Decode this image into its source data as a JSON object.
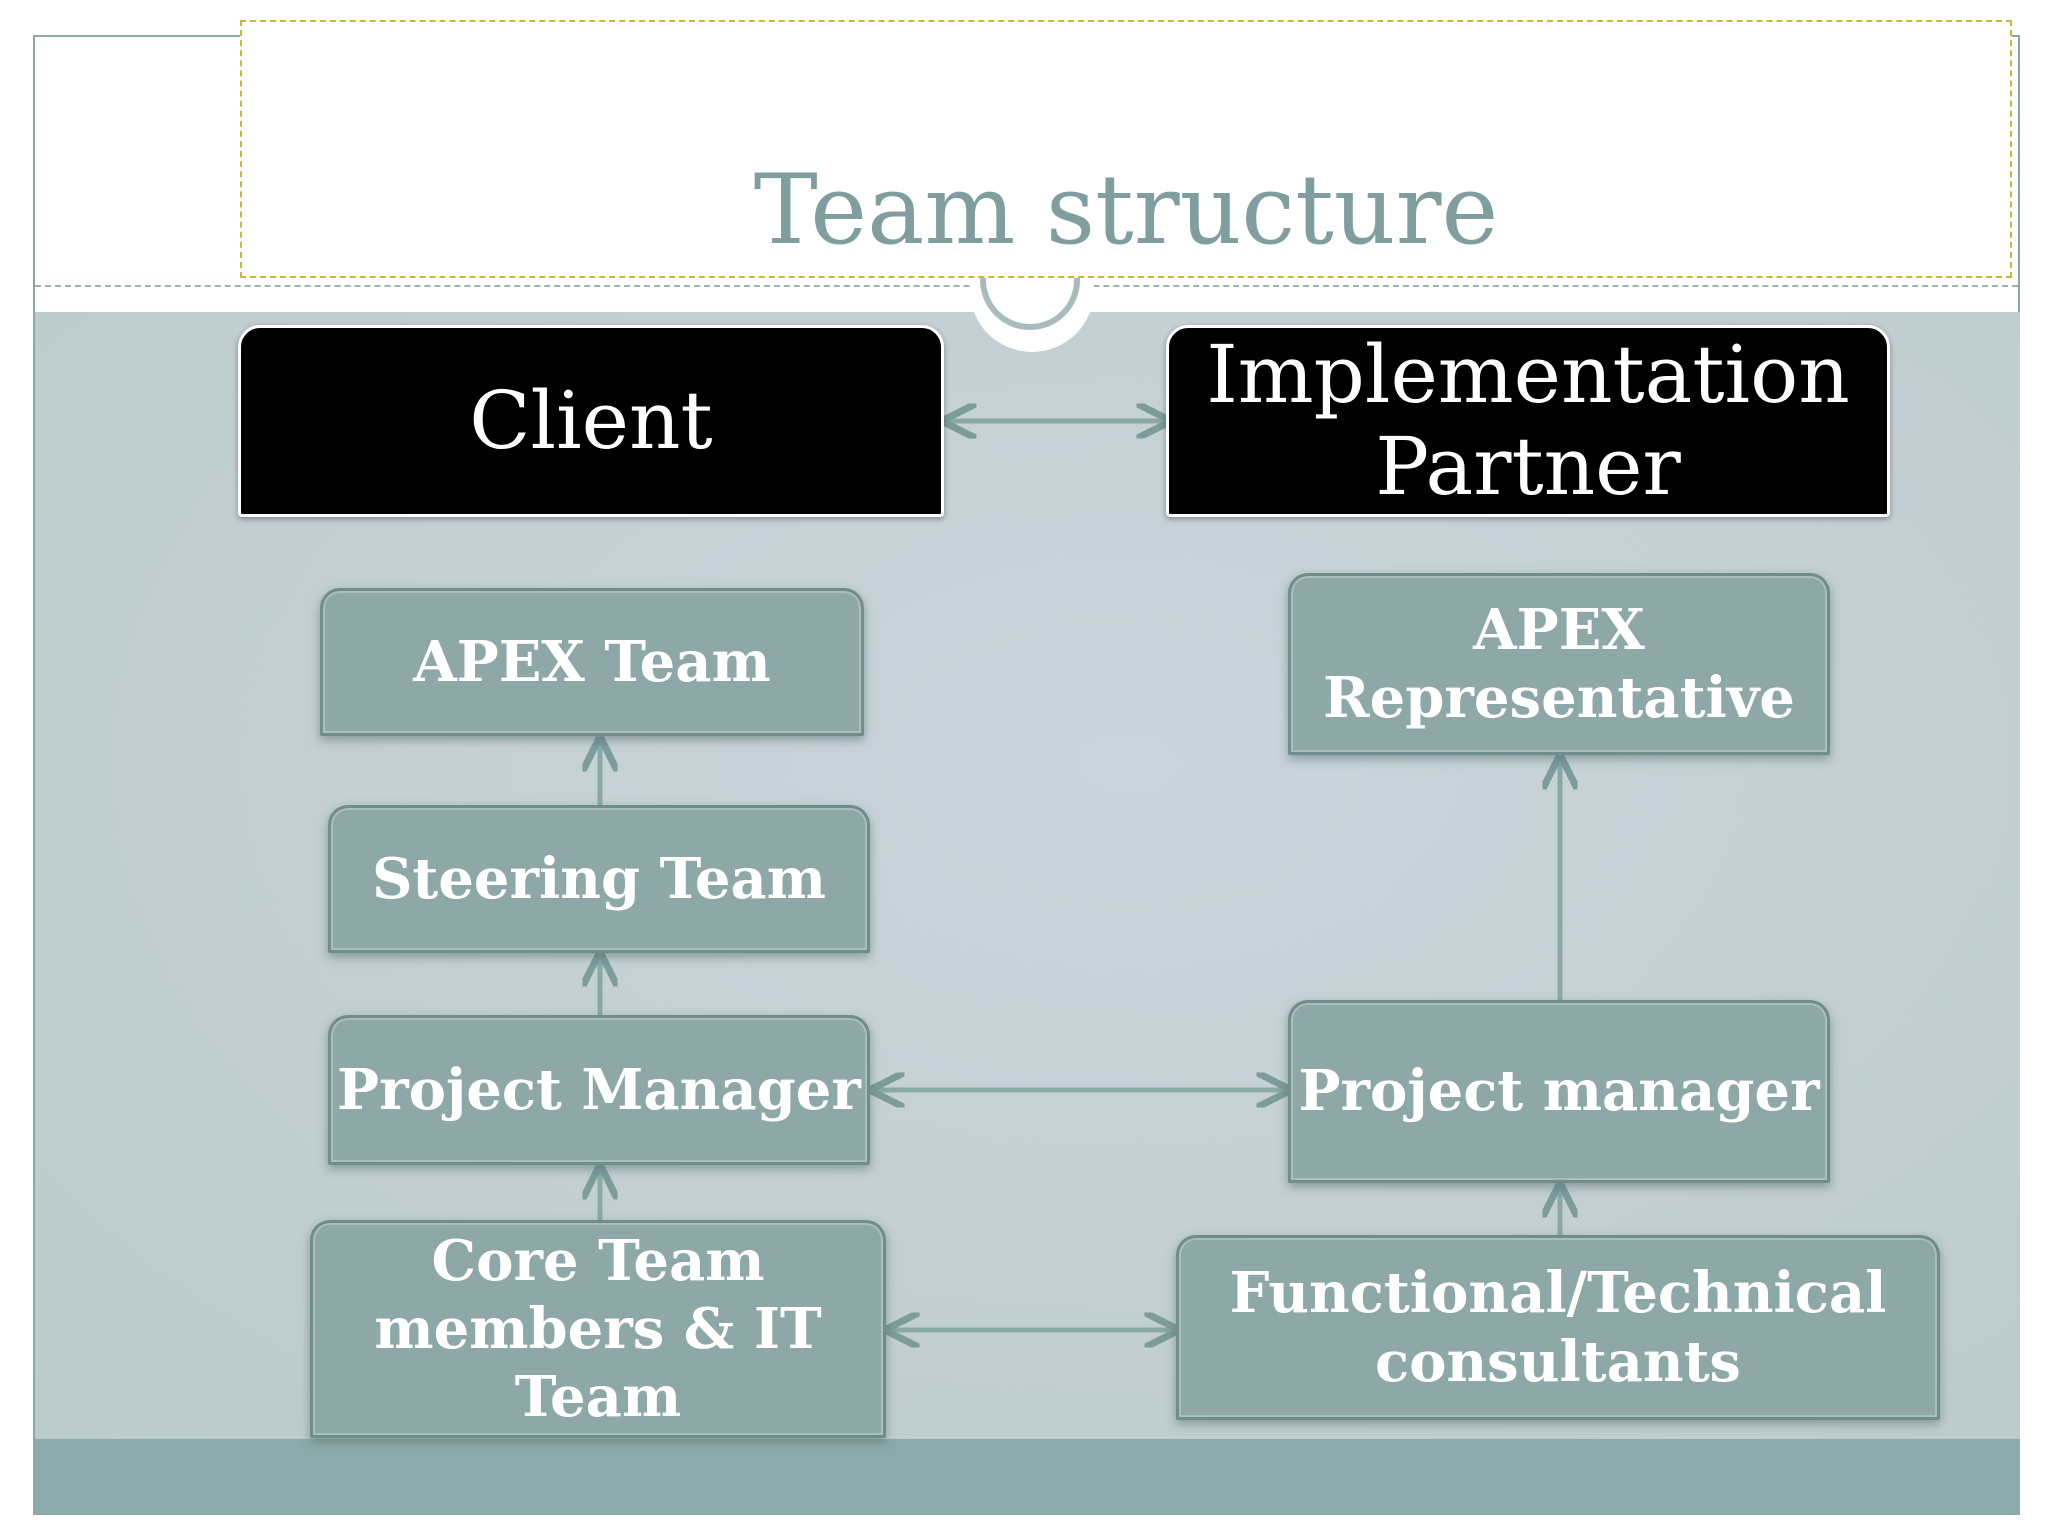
{
  "slide": {
    "title": "Team structure"
  },
  "colors": {
    "panel": "#c3cfd2",
    "footer": "#8caaa9",
    "team_box": "#8ea8a8",
    "header_box": "#000000",
    "connector": "#8aa8a8",
    "title": "#7f9e9d"
  },
  "diagram": {
    "client_header": "Client",
    "partner_header": "Implementation\nPartner",
    "client_nodes": {
      "apex_team": "APEX Team",
      "steering_team": "Steering Team",
      "project_manager": "Project Manager",
      "core_team": "Core Team\nmembers & IT\nTeam"
    },
    "partner_nodes": {
      "apex_representative": "APEX\nRepresentative",
      "project_manager": "Project manager",
      "consultants": "Functional/Technical\nconsultants"
    },
    "links": [
      {
        "from": "client_header",
        "to": "partner_header",
        "type": "bidirectional"
      },
      {
        "from": "steering_team",
        "to": "apex_team",
        "type": "arrow"
      },
      {
        "from": "project_manager",
        "to": "steering_team",
        "type": "arrow"
      },
      {
        "from": "core_team",
        "to": "project_manager",
        "type": "arrow"
      },
      {
        "from": "client_project_manager",
        "to": "partner_project_manager",
        "type": "bidirectional"
      },
      {
        "from": "core_team",
        "to": "consultants",
        "type": "bidirectional"
      },
      {
        "from": "partner_project_manager",
        "to": "apex_representative",
        "type": "arrow"
      },
      {
        "from": "consultants",
        "to": "partner_project_manager",
        "type": "arrow"
      }
    ]
  }
}
